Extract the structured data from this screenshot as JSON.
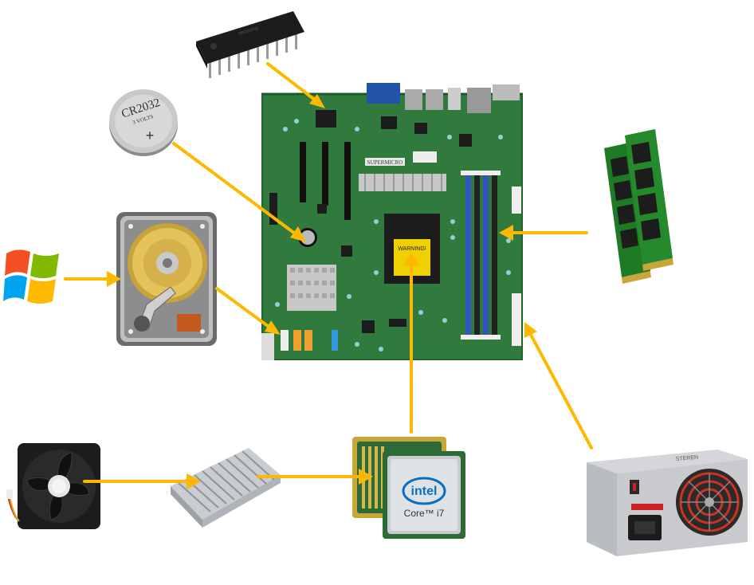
{
  "diagram": {
    "colors": {
      "arrow": "#ffb800",
      "pcb": "#2f7a3c",
      "pcb_dark": "#1f5a2a",
      "ram_pcb": "#1f7a26",
      "chip_black": "#1c1c1c",
      "metal": "#b8bcc2",
      "gold": "#c9a63a",
      "intel_blue": "#0a6fc2"
    },
    "components": {
      "eprom_chip": {
        "icon": "eprom-chip-icon"
      },
      "cmos_battery": {
        "icon": "coin-battery-icon",
        "line1": "CR2032",
        "line2": "3 VOLTS",
        "symbol": "+"
      },
      "os_logo": {
        "icon": "windows-logo-icon"
      },
      "hard_drive": {
        "icon": "hard-drive-icon"
      },
      "motherboard": {
        "icon": "motherboard-icon",
        "brand": "SUPERMICRO",
        "warning": "WARNING!"
      },
      "ram_modules": {
        "icon": "ram-module-icon"
      },
      "cooling_fan": {
        "icon": "fan-icon"
      },
      "heatsink": {
        "icon": "heatsink-icon"
      },
      "cpu": {
        "icon": "cpu-icon",
        "brand": "intel",
        "model": "Core™ i7"
      },
      "power_supply": {
        "icon": "power-supply-icon",
        "brand": "STEREN"
      }
    }
  }
}
